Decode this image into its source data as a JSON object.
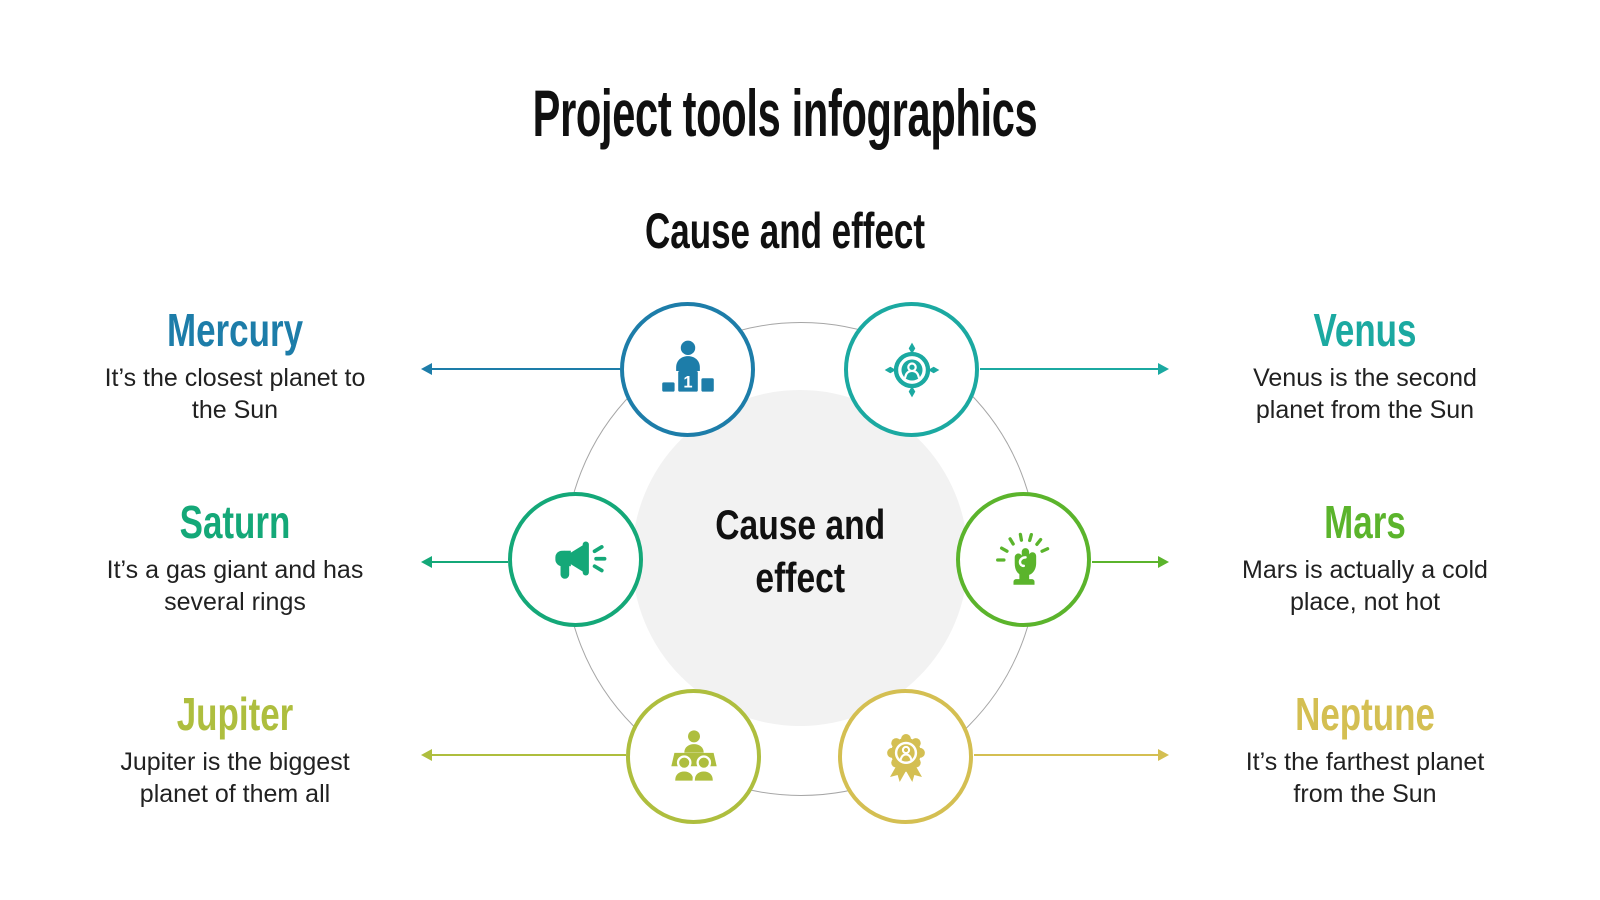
{
  "slide": {
    "title": "Project tools infographics",
    "subtitle": "Cause and effect",
    "center": {
      "lines": [
        "Cause and",
        "effect"
      ]
    }
  },
  "colors": {
    "ring": "#a6a6a6",
    "center_circle": "#f2f2f2",
    "title_text": "#101010",
    "body_text": "#212121"
  },
  "items": [
    {
      "id": "mercury",
      "name": "Mercury",
      "color": "#1d7da9",
      "icon": "podium-winner-icon",
      "lines": [
        "It’s the closest planet to",
        "the Sun"
      ]
    },
    {
      "id": "venus",
      "name": "Venus",
      "color": "#1ba9a1",
      "icon": "target-audience-icon",
      "lines": [
        "Venus is the second",
        "planet from the Sun"
      ]
    },
    {
      "id": "saturn",
      "name": "Saturn",
      "color": "#14a878",
      "icon": "megaphone-icon",
      "lines": [
        "It’s a gas giant and has",
        "several rings"
      ]
    },
    {
      "id": "mars",
      "name": "Mars",
      "color": "#5bb42c",
      "icon": "fist-power-icon",
      "lines": [
        "Mars is actually a cold",
        "place, not hot"
      ]
    },
    {
      "id": "jupiter",
      "name": "Jupiter",
      "color": "#aebe3e",
      "icon": "meeting-icon",
      "lines": [
        "Jupiter is the biggest",
        "planet of them all"
      ]
    },
    {
      "id": "neptune",
      "name": "Neptune",
      "color": "#d4bf52",
      "icon": "award-badge-icon",
      "lines": [
        "It’s the farthest planet",
        "from the Sun"
      ]
    }
  ]
}
